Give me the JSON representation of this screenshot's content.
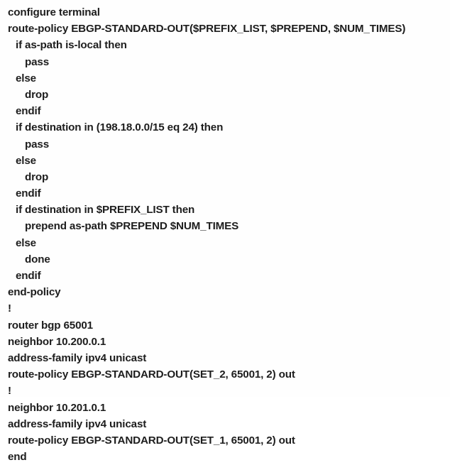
{
  "document": {
    "kind": "router-configuration-listing",
    "background_color": "#fefefe",
    "text_color": "#1d1d1d",
    "line_count": 23,
    "lines": [
      {
        "indent": 0,
        "segments": [
          {
            "text": "configure terminal",
            "bold": false
          }
        ]
      },
      {
        "indent": 0,
        "segments": [
          {
            "text": "route-policy ",
            "bold": false
          },
          {
            "text": "EBGP-STANDARD-OUT($PREFIX_LIST, $PREPEND, $NUM_TIMES)",
            "bold": true
          }
        ]
      },
      {
        "indent": 1,
        "segments": [
          {
            "text": "if as-path is-local then",
            "bold": false
          }
        ]
      },
      {
        "indent": 2,
        "segments": [
          {
            "text": "pass",
            "bold": false
          }
        ]
      },
      {
        "indent": 1,
        "segments": [
          {
            "text": "else",
            "bold": false
          }
        ]
      },
      {
        "indent": 2,
        "segments": [
          {
            "text": "drop",
            "bold": false
          }
        ]
      },
      {
        "indent": 1,
        "segments": [
          {
            "text": "endif",
            "bold": false
          }
        ]
      },
      {
        "indent": 1,
        "segments": [
          {
            "text": "if destination in ",
            "bold": false
          },
          {
            "text": "(198.18.0.0/15 eq 24)",
            "bold": true
          },
          {
            "text": " then",
            "bold": false
          }
        ]
      },
      {
        "indent": 2,
        "segments": [
          {
            "text": "pass",
            "bold": false
          }
        ]
      },
      {
        "indent": 1,
        "segments": [
          {
            "text": "else",
            "bold": false
          }
        ]
      },
      {
        "indent": 2,
        "segments": [
          {
            "text": "drop",
            "bold": false
          }
        ]
      },
      {
        "indent": 1,
        "segments": [
          {
            "text": "endif",
            "bold": false
          }
        ]
      },
      {
        "indent": 1,
        "segments": [
          {
            "text": "if destination in ",
            "bold": false
          },
          {
            "text": "$PREFIX_LIST",
            "bold": true
          },
          {
            "text": " then",
            "bold": false
          }
        ]
      },
      {
        "indent": 2,
        "segments": [
          {
            "text": "prepend as-path ",
            "bold": false
          },
          {
            "text": "$PREPEND $NUM_TIMES",
            "bold": true
          }
        ]
      },
      {
        "indent": 1,
        "segments": [
          {
            "text": "else",
            "bold": false
          }
        ]
      },
      {
        "indent": 2,
        "segments": [
          {
            "text": "done",
            "bold": false
          }
        ]
      },
      {
        "indent": 1,
        "segments": [
          {
            "text": "endif",
            "bold": false
          }
        ]
      },
      {
        "indent": 0,
        "segments": [
          {
            "text": "end-policy",
            "bold": false
          }
        ]
      },
      {
        "indent": 0,
        "segments": [
          {
            "text": "!",
            "bold": true
          }
        ]
      },
      {
        "indent": 0,
        "segments": [
          {
            "text": "router bgp 65001",
            "bold": false
          }
        ]
      },
      {
        "indent": 0,
        "segments": [
          {
            "text": "neighbor 10.200.0.1",
            "bold": false
          }
        ]
      },
      {
        "indent": 0,
        "segments": [
          {
            "text": "address-family ipv4 unicast",
            "bold": false
          }
        ]
      },
      {
        "indent": 0,
        "segments": [
          {
            "text": "route-policy ",
            "bold": false
          },
          {
            "text": "EBGP-STANDARD-OUT(SET_2,",
            "bold": true
          },
          {
            "text": " 65001, 2) out",
            "bold": false
          }
        ]
      },
      {
        "indent": 0,
        "segments": [
          {
            "text": "!",
            "bold": true
          }
        ]
      },
      {
        "indent": 0,
        "segments": [
          {
            "text": "neighbor 10.201.0.1",
            "bold": false
          }
        ]
      },
      {
        "indent": 0,
        "segments": [
          {
            "text": "address-family ipv4 unicast",
            "bold": false
          }
        ]
      },
      {
        "indent": 0,
        "segments": [
          {
            "text": "route-policy ",
            "bold": false
          },
          {
            "text": "EBGP-STANDARD-OUT(SET_1,",
            "bold": true
          },
          {
            "text": " 65001, 2) out",
            "bold": false
          }
        ]
      },
      {
        "indent": 0,
        "segments": [
          {
            "text": "end",
            "bold": false
          }
        ]
      }
    ]
  }
}
